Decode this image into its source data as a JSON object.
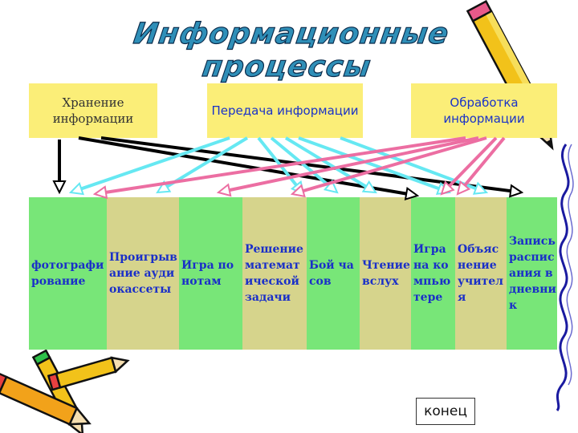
{
  "title": "Информационные процессы",
  "categories": [
    {
      "label": "Хранение информации"
    },
    {
      "label": "Передача информации"
    },
    {
      "label": "Обработка информации"
    }
  ],
  "activities": [
    {
      "label": "фотографирование",
      "color": "#78e678"
    },
    {
      "label": "Проигрывание аудиокассеты",
      "color": "#d6d48c"
    },
    {
      "label": "Игра по нотам",
      "color": "#78e678"
    },
    {
      "label": "Решение математической задачи",
      "color": "#d6d48c"
    },
    {
      "label": "Бой часов",
      "color": "#78e678"
    },
    {
      "label": "Чтение вслух",
      "color": "#d6d48c"
    },
    {
      "label": "Игра на компьютере",
      "color": "#78e678"
    },
    {
      "label": "Объяснение учителя",
      "color": "#d6d48c"
    },
    {
      "label": "Запись расписания в дневник",
      "color": "#78e678"
    }
  ],
  "arrow_colors": {
    "storage": "#000000",
    "transfer": "#66e8f2",
    "processing": "#ec6ea2"
  },
  "end_button": {
    "label": "конец"
  },
  "decoration": {
    "top_right": "pencil-icon",
    "bottom_left": "pencils-icon",
    "right_edge": "wavy-border"
  }
}
